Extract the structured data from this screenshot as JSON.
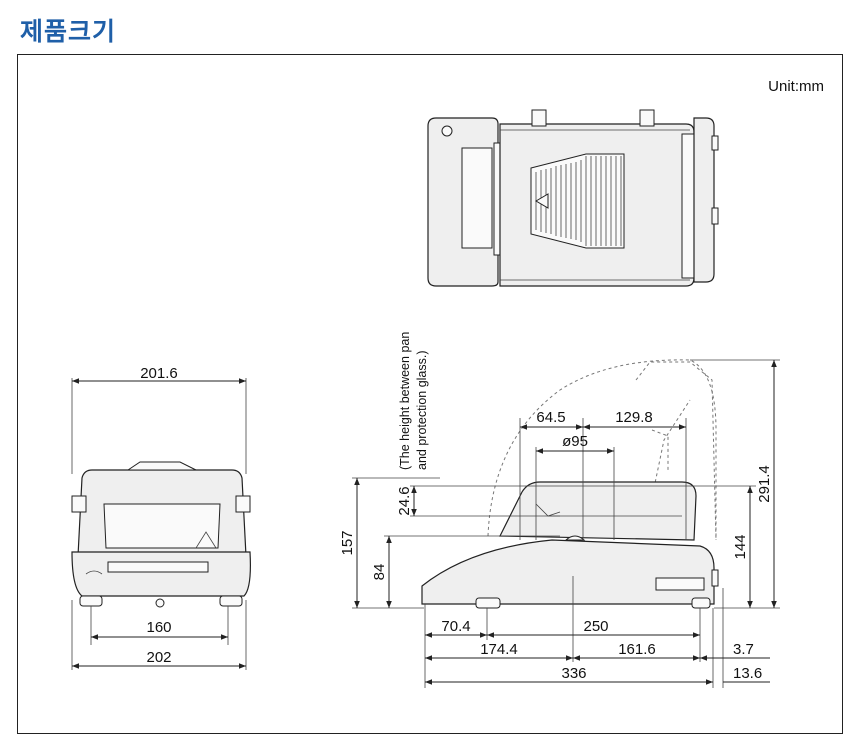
{
  "title": "제품크기",
  "unit": "Unit:mm",
  "front_view": {
    "top_width": "201.6",
    "foot_span": "160",
    "base_width": "202"
  },
  "side_view": {
    "note_line1": "(The height between pan",
    "note_line2": "and protection glass.)",
    "d_64_5": "64.5",
    "d_129_8": "129.8",
    "d_pan": "ø95",
    "d_24_6": "24.6",
    "d_84": "84",
    "d_157": "157",
    "d_144": "144",
    "d_291_4": "291.4",
    "d_70_4": "70.4",
    "d_250": "250",
    "d_174_4": "174.4",
    "d_161_6": "161.6",
    "d_3_7": "3.7",
    "d_336": "336",
    "d_13_6": "13.6"
  }
}
